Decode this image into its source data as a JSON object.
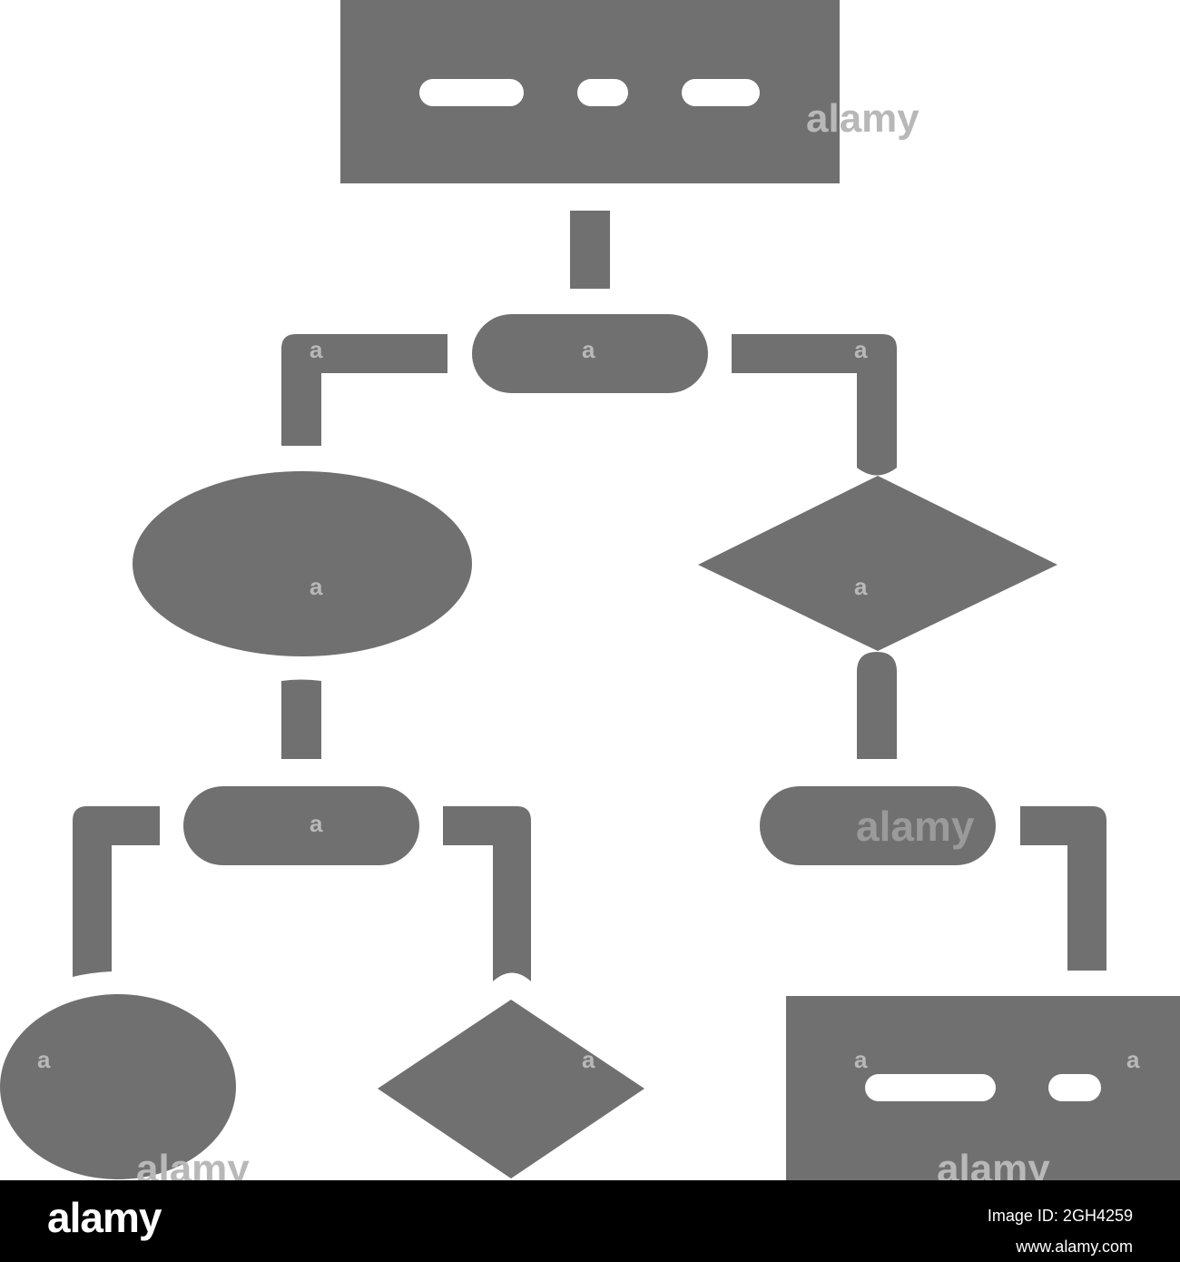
{
  "colors": {
    "shape_fill": "#707070",
    "background": "#ffffff",
    "footer_background": "#000000",
    "footer_text": "#ffffff",
    "watermark": "#b8b8b8",
    "pill_watermark": "#9a9a9a",
    "bar_fill": "#ffffff"
  },
  "watermark": {
    "brand": "alamy",
    "mark": "a"
  },
  "footer": {
    "logo": "alamy",
    "image_id": "Image ID: 2GH4259",
    "site": "www.alamy.com"
  }
}
